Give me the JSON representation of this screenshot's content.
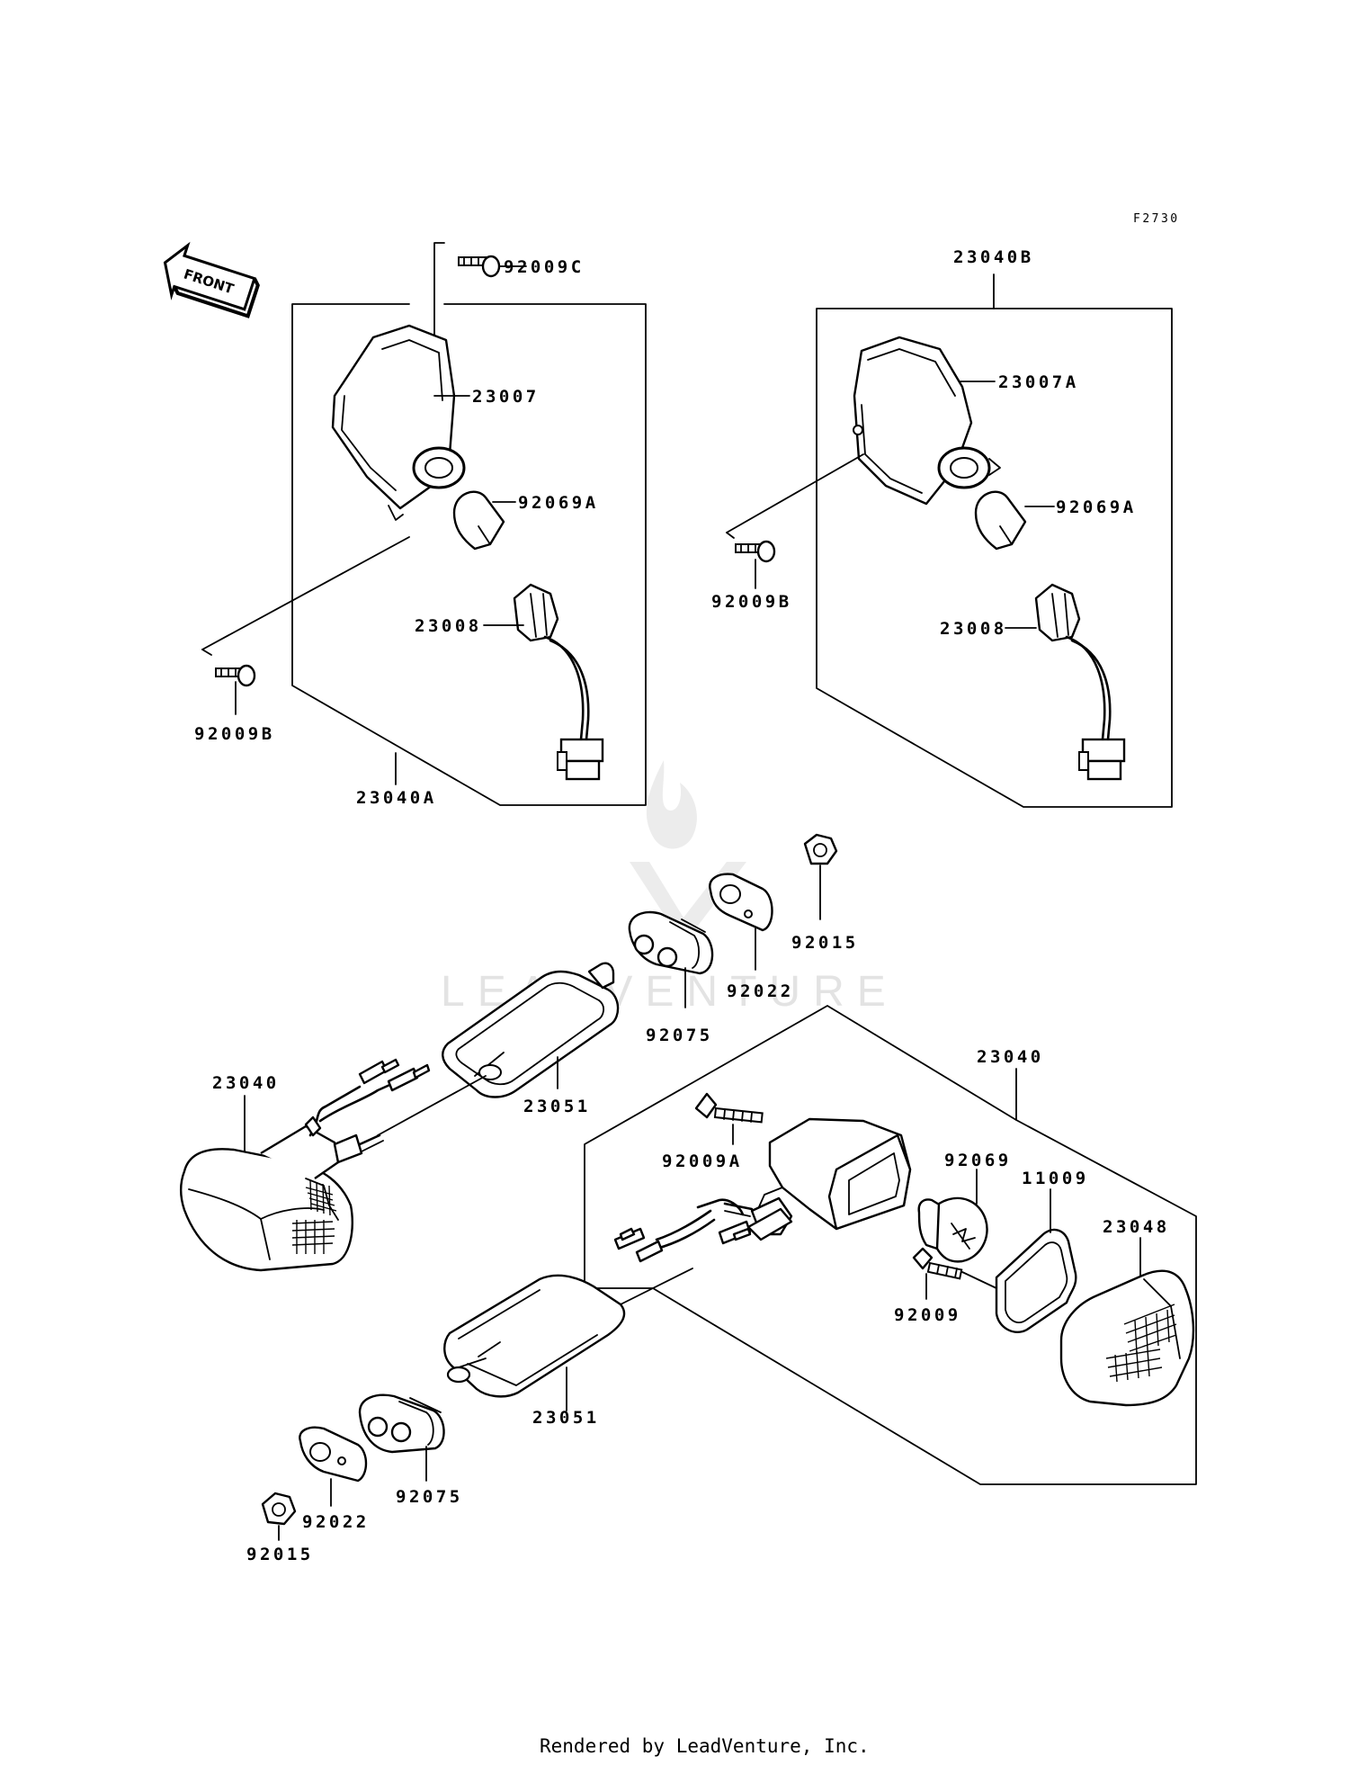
{
  "figure_ref": "F2730",
  "front_label": "FRONT",
  "watermark": "LEADVENTURE",
  "footer": "Rendered by LeadVenture, Inc.",
  "labels": {
    "upper_left": {
      "screw_c": "92009C",
      "housing": "23007",
      "bulb": "92069A",
      "socket": "23008",
      "screw_b": "92009B",
      "assembly": "23040A"
    },
    "upper_right": {
      "assembly": "23040B",
      "housing": "23007A",
      "bulb": "92069A",
      "screw_b": "92009B",
      "socket": "23008"
    },
    "lower": {
      "nut_top": "92015",
      "plate_top": "92022",
      "grommet_top": "92075",
      "stay_top": "23051",
      "signal_left": "23040",
      "signal_right": "23040",
      "screw_a": "92009A",
      "bulb": "92069",
      "gasket": "11009",
      "lens": "23048",
      "screw": "92009",
      "stay_bottom": "23051",
      "grommet_bottom": "92075",
      "plate_bottom": "92022",
      "nut_bottom": "92015"
    }
  }
}
